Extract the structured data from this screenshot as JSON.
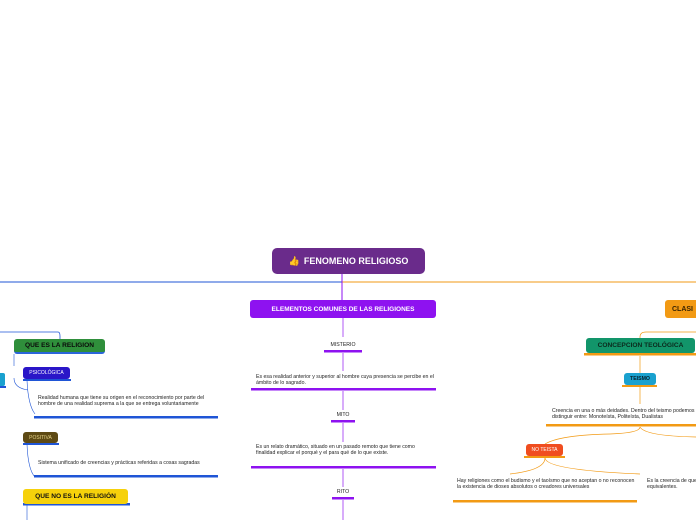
{
  "root": {
    "icon": "thumbs-up-icon",
    "label": "FENOMENO RELIGIOSO"
  },
  "elementos": {
    "label": "ELEMENTOS COMUNES DE LAS RELIGIONES",
    "misterio": {
      "label": "MISTERIO",
      "text": "Es esa realidad anterior y superior al hombre cuya presencia se percibe en el ámbito de lo sagrado."
    },
    "mito": {
      "label": "MITO",
      "text": "Es un relato dramático, situado en un pasado remoto que tiene como finalidad explicar el porqué y el para qué de lo que existe."
    },
    "rito": {
      "label": "RITO"
    }
  },
  "que_es": {
    "label": "QUE ES LA RELIGION",
    "psicologica": {
      "label": "PSICOLÓGICA",
      "text": "Realidad humana que tiene su origen en el reconocimiento por parte del hombre de una realidad suprema a la que se entrega voluntariamente"
    },
    "positiva": {
      "label": "POSITIVA",
      "text": "Sistema unificado de creencias y prácticas referidas a cosas sagradas"
    }
  },
  "que_no_es": {
    "label": "QUE NO ES LA RELIGIÓN"
  },
  "clasificacion": {
    "label": "CLASI",
    "concepcion": {
      "label": "CONCEPCION TEOLÓGICA",
      "teismo": {
        "label": "TEISMO",
        "text": "Creencia en una o más deidades. Dentro del teismo podemos distinguir entre: Monoteísta, Politeísta, Dualistas"
      },
      "no_teista": {
        "label": "NO TEISTA",
        "text": "Hay religiones como el budismo y el taoísmo que no aceptan o no reconocen la existencia de dioses absolutos o creadores universales",
        "text2": "Es la creencia de que ... equivalentes."
      }
    }
  },
  "colors": {
    "root": "#6a2b8b",
    "elementos": "#8e12f0",
    "clasificacion": "#f29a14",
    "que_es": "#2f8f3b",
    "psicologica": "#2a16c8",
    "positiva": "#5e4a14",
    "que_no_es": "#f6d10b",
    "concepcion": "#12956a",
    "teismo": "#1aa1cf",
    "no_teista": "#f04d1f",
    "blue_line": "#1f55d6",
    "orange_line": "#f29a14",
    "purple_line": "#8e12f0"
  }
}
